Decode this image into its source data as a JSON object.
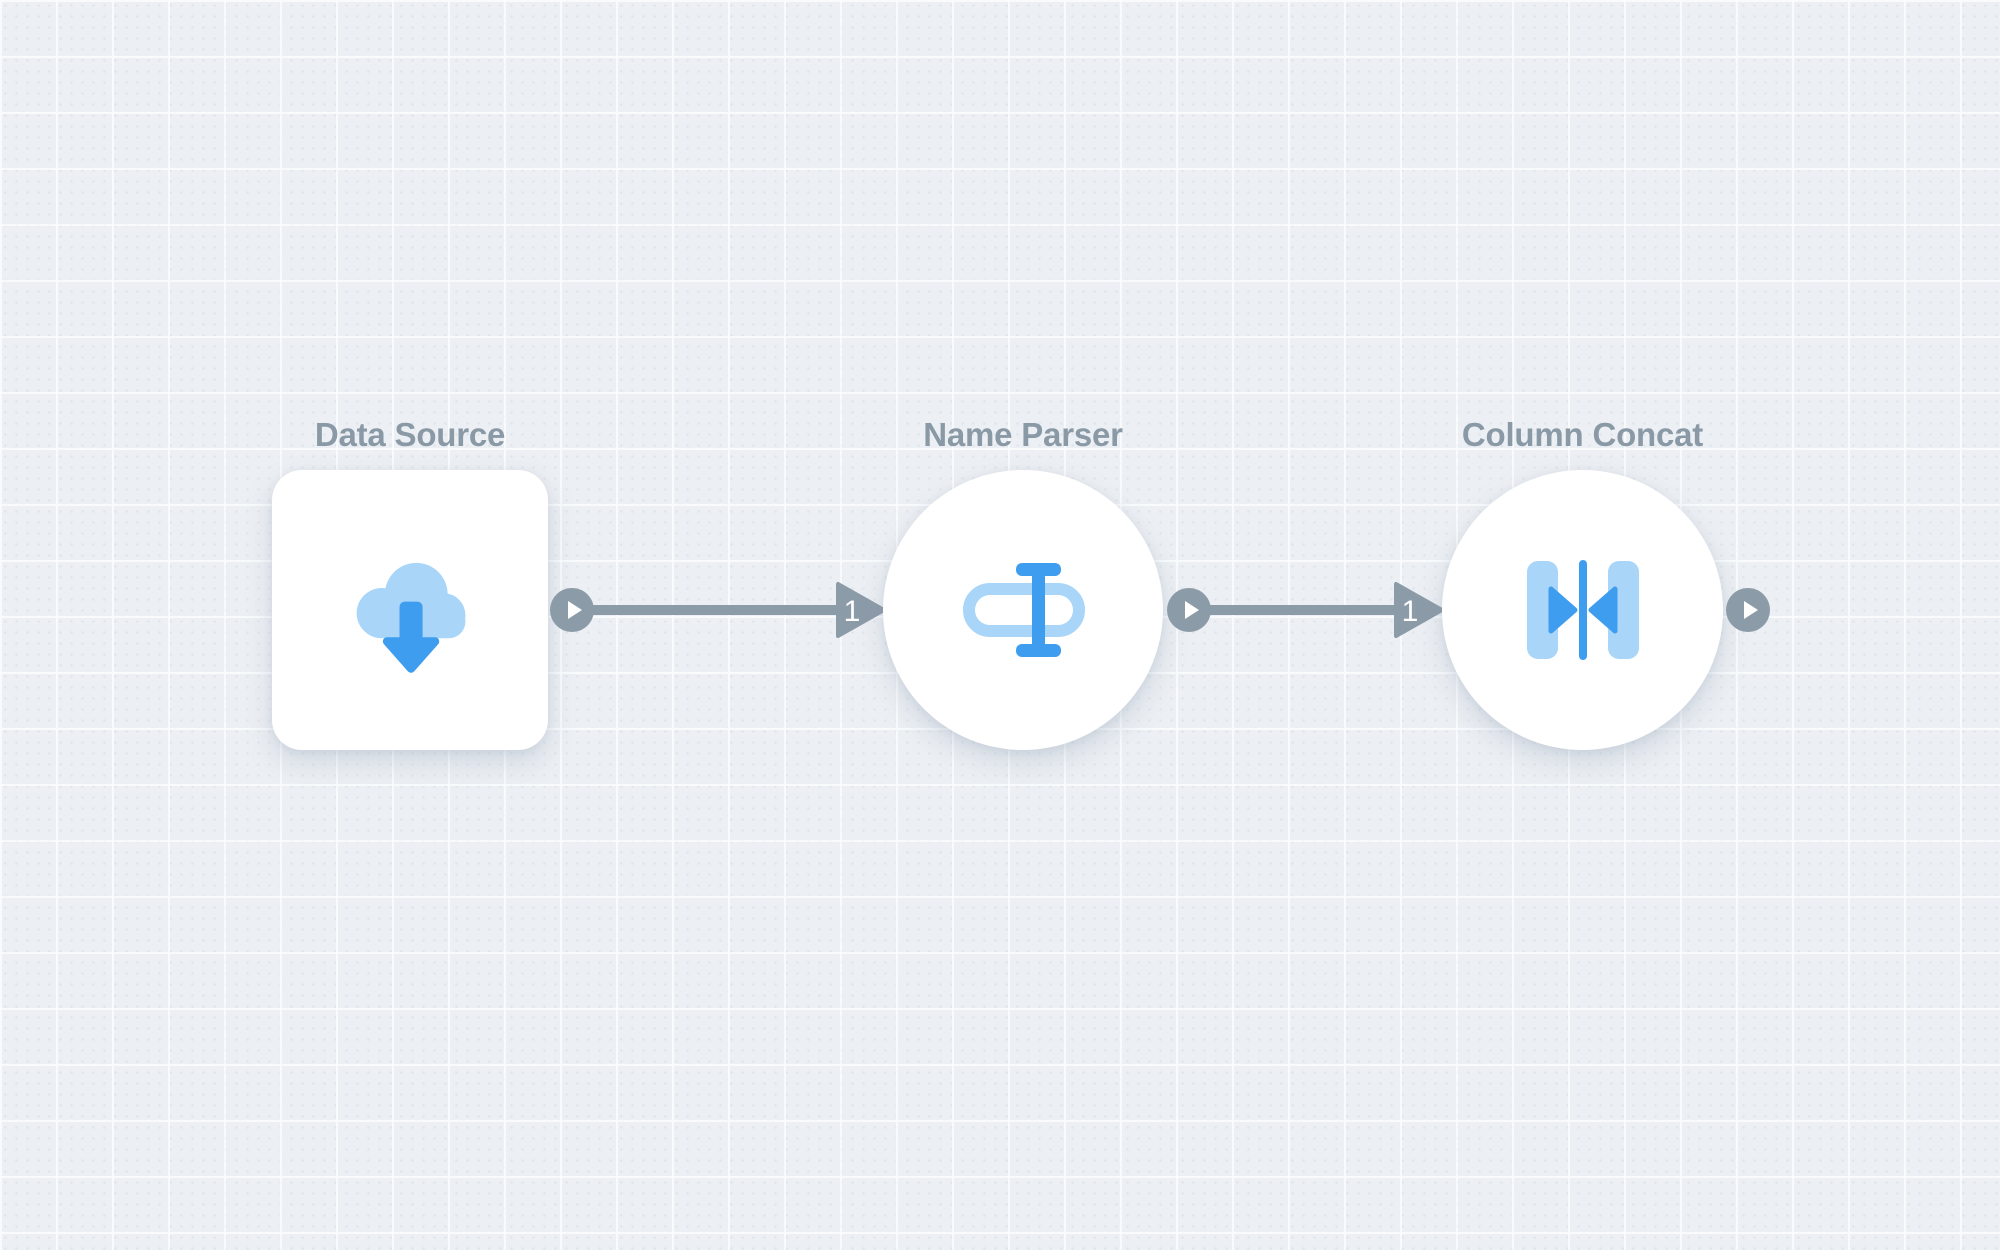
{
  "canvas": {
    "type": "workflow-editor-canvas",
    "background_color": "#ECEFF3",
    "grid_line_color": "#FAFCFE"
  },
  "colors": {
    "node_background": "#FFFFFF",
    "connector_gray": "#8C9BA8",
    "label_gray": "#8A99A6",
    "icon_blue_light": "#A8D5F8",
    "icon_blue": "#3F9DEF",
    "port_glyph_white": "#FFFFFF"
  },
  "nodes": [
    {
      "label": "Data Source",
      "shape": "rounded-square",
      "icon": "cloud-download-icon",
      "has_output_port": true
    },
    {
      "label": "Name Parser",
      "shape": "circle",
      "icon": "text-field-cursor-icon",
      "has_output_port": true
    },
    {
      "label": "Column Concat",
      "shape": "circle",
      "icon": "merge-columns-icon",
      "has_output_port": true
    }
  ],
  "connections": [
    {
      "from": "Data Source",
      "to": "Name Parser",
      "label": "1"
    },
    {
      "from": "Name Parser",
      "to": "Column Concat",
      "label": "1"
    }
  ]
}
